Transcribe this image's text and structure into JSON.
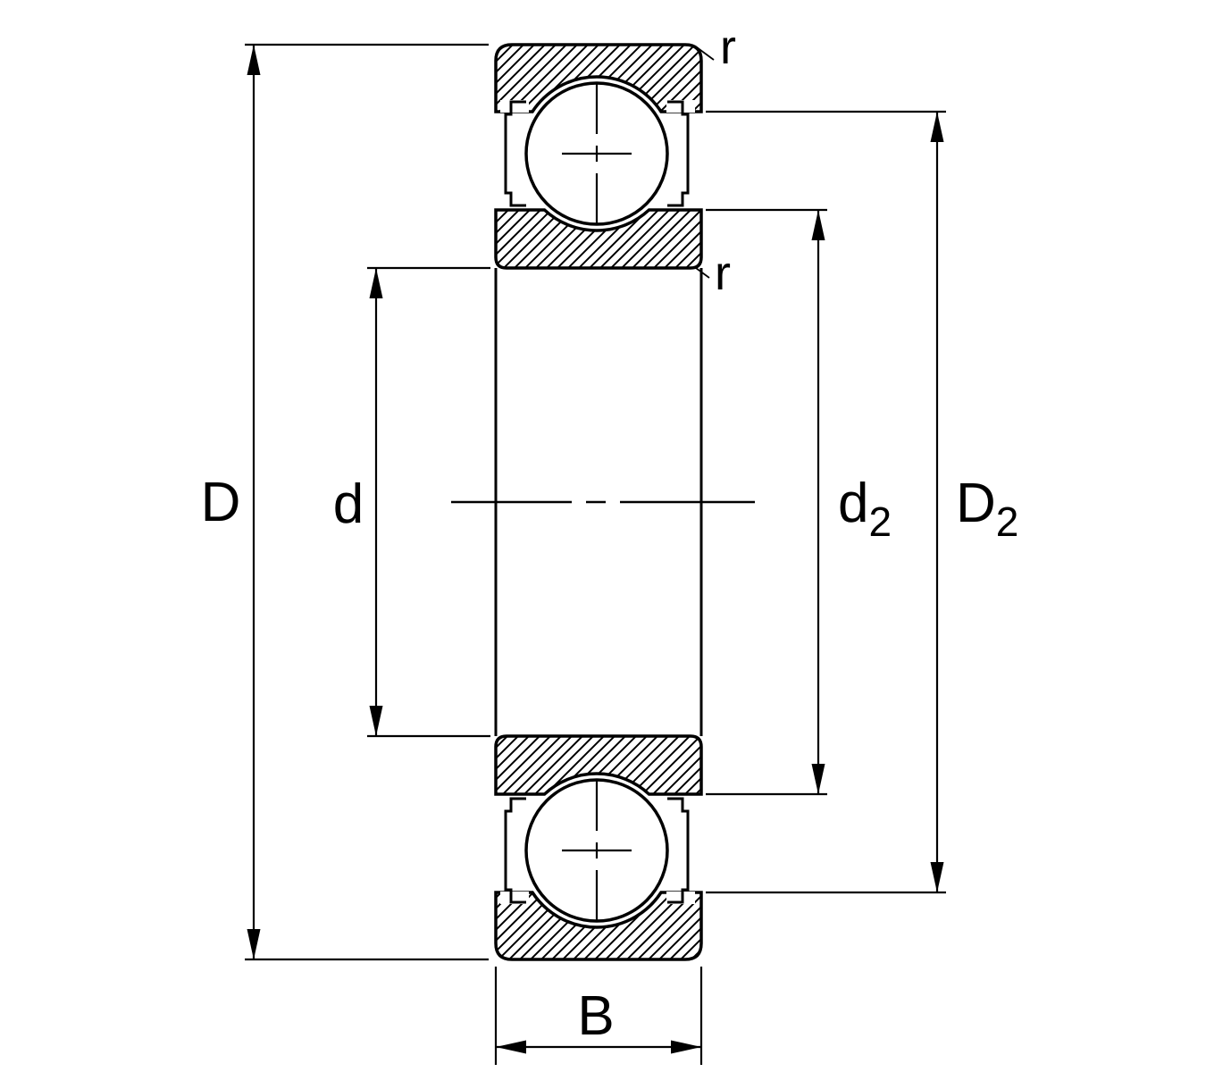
{
  "diagram": {
    "background_color": "#ffffff",
    "line_color": "#000000"
  },
  "dimension_labels": {
    "outer_diameter": "D",
    "bore_diameter": "d",
    "inner_shoulder_base": "d",
    "inner_shoulder_sub": "2",
    "outer_shoulder_base": "D",
    "outer_shoulder_sub": "2",
    "width": "B",
    "radius_outer": "r",
    "radius_inner": "r"
  }
}
